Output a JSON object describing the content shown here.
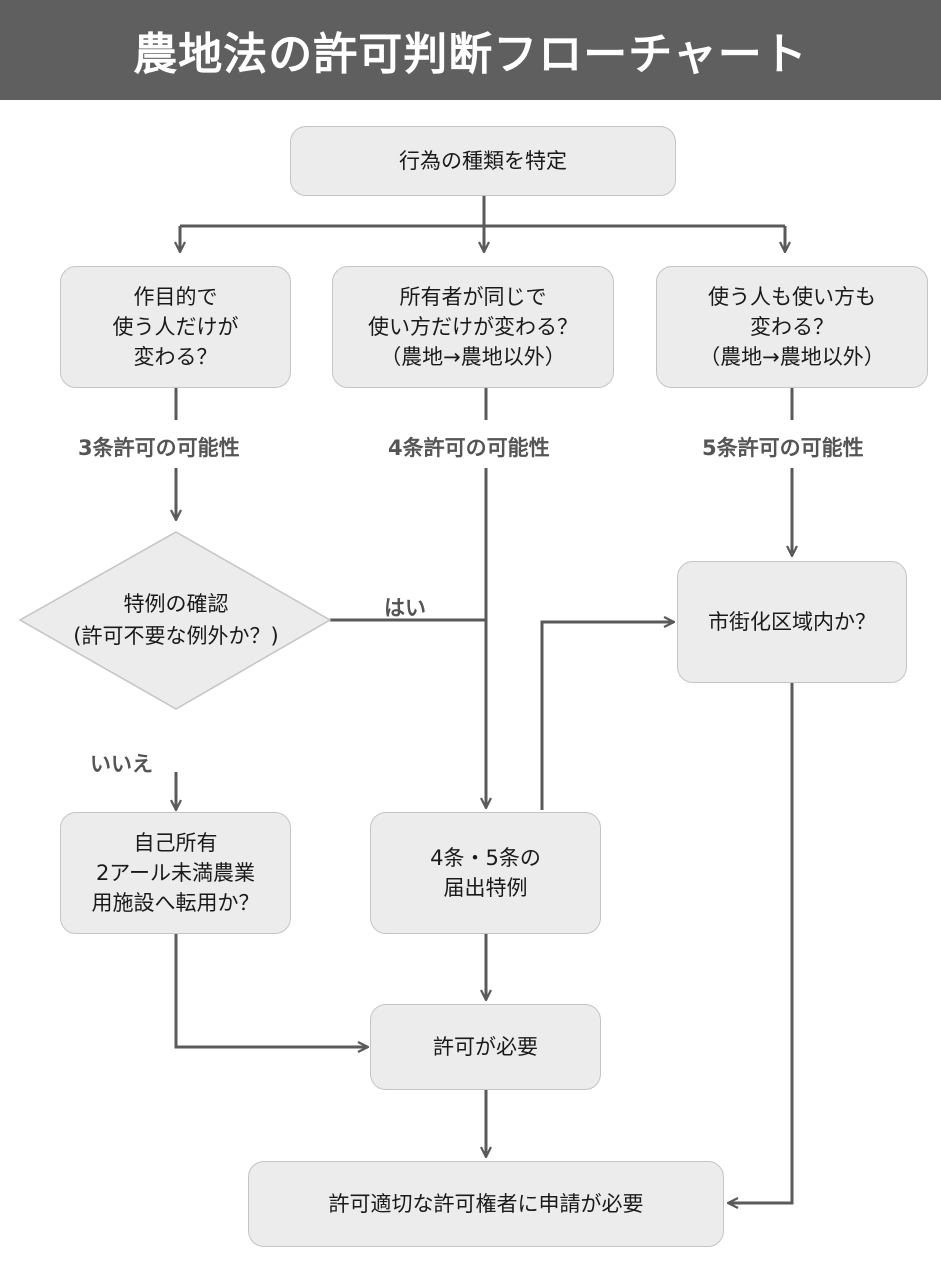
{
  "header": {
    "title": "農地法の許可判断フローチャート"
  },
  "nodes": {
    "start": "行為の種類を特定",
    "q_left": "作目的で\n使う人だけが\n変わる？",
    "q_center": "所有者が同じで\n使い方だけが変わる？\n（農地→農地以外）",
    "q_right": "使う人も使い方も\n変わる？\n（農地→農地以外）",
    "exception": {
      "line1": "特例の確認",
      "line2": "(許可不要な例外か？)"
    },
    "own_small": "自己所有\n2アール未満農業\n用施設へ転用か？",
    "notification": "4条・5条の\n届出特例",
    "urban": "市街化区域内か？",
    "permit_needed": "許可が必要",
    "apply": "許可適切な許可権者に申請が必要"
  },
  "labels": {
    "art3": "3条許可の可能性",
    "art4": "4条許可の可能性",
    "art5": "5条許可の可能性",
    "yes": "はい",
    "no": "いいえ"
  },
  "colors": {
    "header_bg": "#5f5f5f",
    "box_fill": "#ececec",
    "box_border": "#c4c4c4",
    "line": "#5a5a5a",
    "label_text": "#555555"
  }
}
